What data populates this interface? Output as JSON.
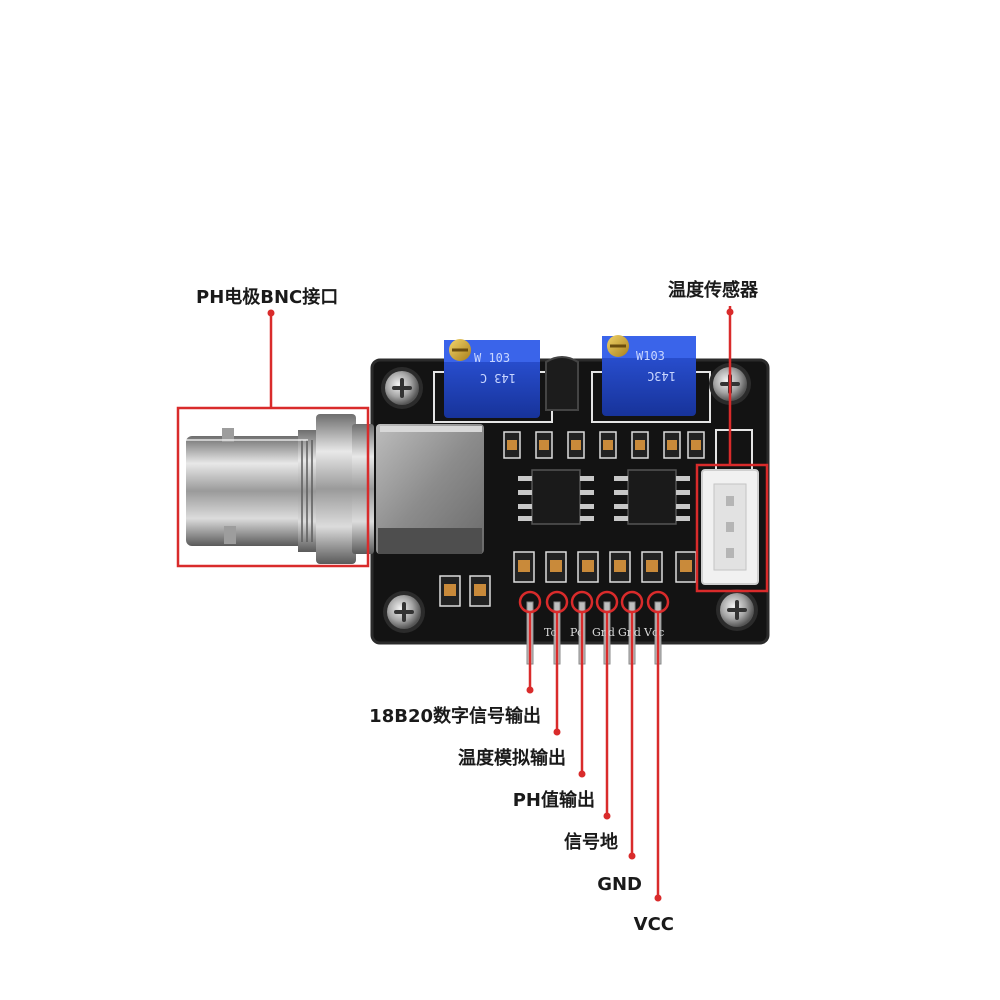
{
  "labels": {
    "bnc_connector": "PH电极BNC接口",
    "temperature_sensor": "温度传感器",
    "ds18b20_output": "18B20数字信号输出",
    "temperature_analog_output": "温度模拟输出",
    "ph_value_output": "PH值输出",
    "signal_ground": "信号地",
    "gnd": "GND",
    "vcc": "VCC"
  },
  "board_markings": {
    "pot_left": "W 103",
    "pot_left_code": "143 C",
    "pot_right": "W103",
    "pot_right_code": "143C",
    "pin_labels": [
      "To",
      "Po",
      "Gnd",
      "Gnd",
      "Vcc"
    ]
  },
  "colors": {
    "annotation": "#d92b2b",
    "pcb": "#111111",
    "potentiometer": "#1f3fbf"
  }
}
